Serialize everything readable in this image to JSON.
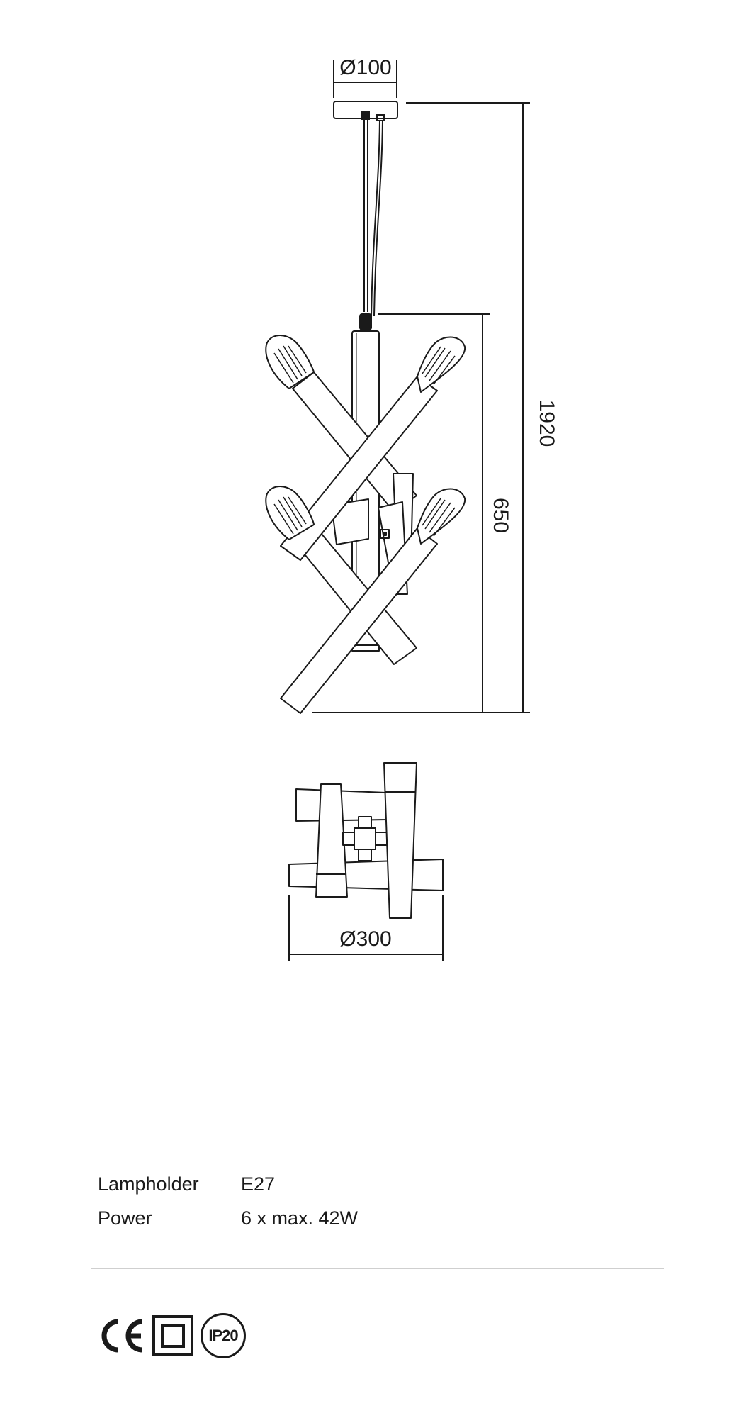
{
  "dimensions": {
    "canopy_diameter": "Ø100",
    "total_height": "1920",
    "body_height": "650",
    "body_diameter": "Ø300"
  },
  "specs": [
    {
      "label": "Lampholder",
      "value": "E27"
    },
    {
      "label": "Power",
      "value": "6 x max. 42W"
    }
  ],
  "certifications": {
    "ce_mark": "CE",
    "class_ii_symbol": "double-square-icon",
    "ip_rating": "IP20"
  }
}
